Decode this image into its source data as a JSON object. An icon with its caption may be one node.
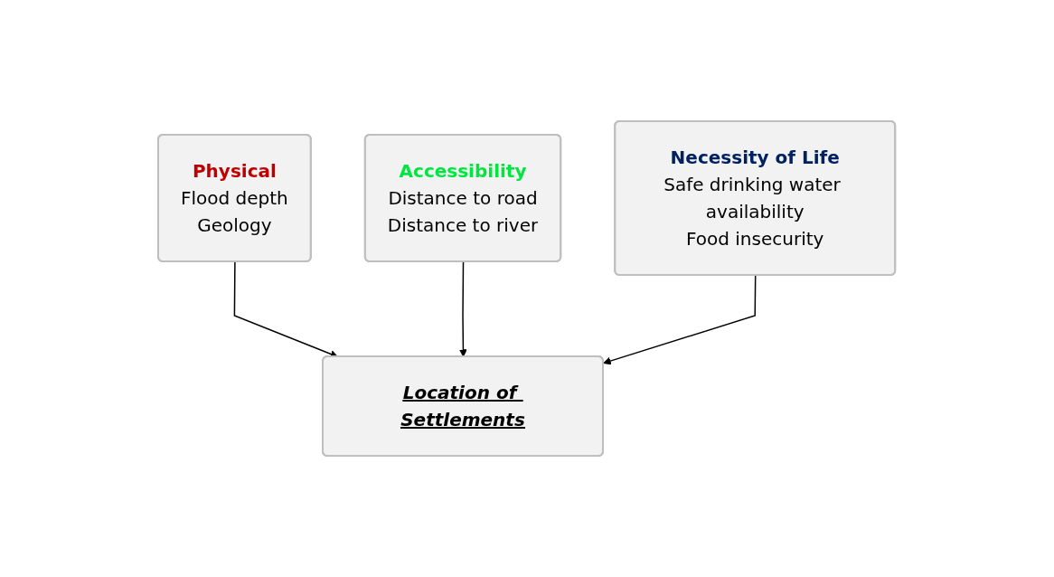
{
  "diagram": {
    "nodes": [
      {
        "text": [
          "Physical",
          "Flood depth",
          "Geology"
        ]
      },
      {
        "text": [
          "Accessibility",
          "Distance to road",
          "Distance to river"
        ]
      },
      {
        "text": [
          "Necessity of Life",
          "Safe drinking water availability",
          "Food insecurity"
        ]
      },
      {
        "text": [
          "Location of Settlements"
        ]
      }
    ],
    "edges": [
      {
        "from": 0,
        "to": 3,
        "arrow": "to"
      },
      {
        "from": 1,
        "to": 3,
        "arrow": "to"
      },
      {
        "from": 2,
        "to": 3,
        "arrow": "to"
      }
    ]
  }
}
